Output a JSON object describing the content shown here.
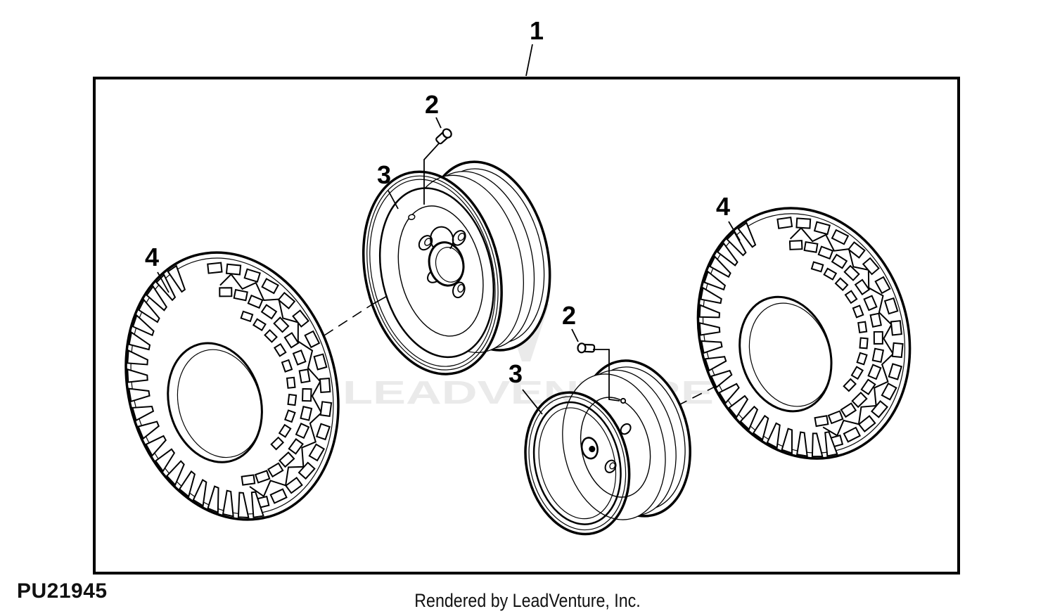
{
  "page": {
    "part_code": "PU21945",
    "footer_credit": "Rendered by LeadVenture, Inc."
  },
  "watermark": {
    "text": "LEADVENTURE",
    "logo": "leadventure-v-logo",
    "color": "#eaeaea"
  },
  "callouts": {
    "assembly": "1",
    "valve_stem_top": "2",
    "valve_stem_bottom": "2",
    "rim_front": "3",
    "rim_rear": "3",
    "tire_left": "4",
    "tire_right": "4"
  },
  "colors": {
    "line": "#000000",
    "background": "#ffffff",
    "watermark": "#eaeaea"
  }
}
